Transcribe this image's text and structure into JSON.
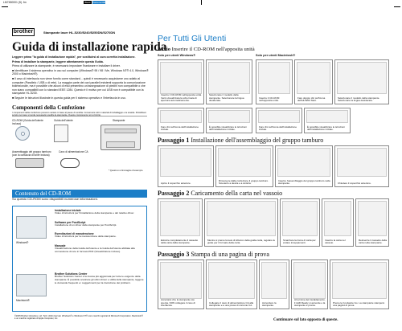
{
  "header": {
    "doc_code": "LM7450001 (5) .fm",
    "black_label": "Black",
    "pantone_label": "Pantone300"
  },
  "brand": {
    "logo": "brother",
    "model_line": "Stampante laser HL-5230/5240/5250DN/5270DN"
  },
  "title": "Guida di installazione rapida",
  "intro": {
    "bold1": "Leggere prima \"la guida di installazione rapida\", per sostituirsi al cura corretta installazione.",
    "bold2": "Prima di installare la stampante, leggere attentamente questa Guida.",
    "p1": "Prima di utilizzare la stampante, è necessario impostare l'hardware e installare il driver.",
    "p2": "■ Identificare il sistema operativo in uso sul computer (Windows® 95 / 98 / Me, Windows NT® 4.0, Windows® 2000 o Macintosh®).",
    "p3": "■ Il cavo di interfaccia non viene fornito come standard... quindi è necessario acquistarne uno adatto al computer (Parallelo / USB o di rete). La maggior parte dei cavi paralleli esistenti supporta la comunicazione bidirezionale, ma è possibile che alcuni di essi presentino un'assegnazione di piedini non compatibile o che non siano compatibili con lo standard IEEE 1284. Questo è il motivo per cui USB non è compatibile con la stampante HL-5230.",
    "p4": "■ Seguire le istruzioni illustrate in questa guida per il sistema operativo e l'interfaccia in uso."
  },
  "components": {
    "heading": "Componenti della Confezione",
    "note": "I componenti della confezione possono variare in base al paese di vendita. Conservare tutti i materiali di imballaggio e la scatola. Potrebbero servire nel caso si renda necessario spedire la stampante. Questo componente non è fornito.",
    "items": [
      "CD-ROM (Guida dell'utente inclusa)",
      "Guida dell'utente",
      "Stampante",
      "Assemblaggio del gruppo tamburo (con la cartuccia di toner inclusa)",
      "Cavo di alimentazione CA"
    ],
    "caption": "* Questo è un'immagine di esempio."
  },
  "cdrom": {
    "bar": "Contenuto del CD-ROM",
    "subtitle": "Su questo CD-ROM sono disponibili numerose informazioni.",
    "windows_label": "Windows®",
    "macintosh_label": "Macintosh®",
    "items": [
      {
        "title": "Installazione iniziale",
        "desc": "Video di istruzioni per l'installazione della stampante e del relativo driver."
      },
      {
        "title": "Software per PostScript",
        "desc": "Installazione di un driver della stampante per PostScript."
      },
      {
        "title": "Esercitazioni di manutenzione",
        "desc": "Video di istruzioni per la manutenzione della stampante."
      },
      {
        "title": "Manuale",
        "desc": "Visualizzazione della Guida dell'utente e la Guida dell'utente abilitata alla connessione di rete in formato PDF (Visualizzatore incluso)."
      },
      {
        "title": "Brother Solutions Center",
        "desc": "Brother Solutions Center è la risorsa più aggiornata per tutte le esigenze della stampante. È possibile scaricare gli ultimi driver e utilità della stampante, leggere le domande frequenti e i suggerimenti per la risoluzione dei problemi."
      }
    ],
    "footer": "©2005 Brother Industries, Ltd. Tutti i diritti riservati. Windows® e Windows NT® sono marchi registrati di Microsoft Corporation. Macintosh® è un marchio registrato di Apple Computer, Inc."
  },
  "right": {
    "title": "Per Tutti Gli Utenti",
    "avvio_prefix": "Avvio",
    "avvio_text": "Inserire il CD-ROM nell'apposita unità",
    "win_head": "Solo per utenti Windows®",
    "mac_head": "Solo per utenti Macintosh®",
    "steps_top": [
      "Inserire il CD-ROM nell'apposita unità. Verrà visualizzata la schermata di apertura automaticamente.",
      "Selezionare il modello della stampante. Selezionare la lingua desiderata.",
      "Inserire il CD-ROM nell'apposita unità.",
      "Fare doppio clic sull'icona dell'HL5200 Start.",
      "Selezionare il modello della stampante. Selezionare la lingua desiderata."
    ],
    "steps_mid": [
      "Fare clic sull'icona dell'installazione iniziale.",
      "È possibile visualizzare le istruzioni dell'installazione iniziale.",
      "Fare clic sull'icona dell'installazione iniziale.",
      "È possibile visualizzare le istruzioni dell'installazione iniziale."
    ],
    "pass1": {
      "prefix": "Passaggio 1",
      "text": "Installazione dell'assemblaggio del gruppo tamburo"
    },
    "pass1_steps": [
      "Aprire il coperchio anteriore.",
      "Rimuovere dalla confezione il gruppo tamburo. Scuoterlo a destra e a sinistra.",
      "Inserire l'assemblaggio del gruppo tamburo nella stampante.",
      "Chiudere il coperchio anteriore."
    ],
    "pass2": {
      "prefix": "Passaggio 2",
      "text": "Caricamento della carta nel vassoio"
    },
    "pass2_steps": [
      "Estrarre completamente il cassetto della carta dalla stampante.",
      "Mentre si preme la leva di sblocco della guida carta, regolare le guide per il formato della carta.",
      "Smazzare la risma di carta per evitare inceppamenti.",
      "Inserire la carta nel vassoio.",
      "Reinserire il cassetto della carta nella stampante."
    ],
    "pass3": {
      "prefix": "Passaggio 3",
      "text": "Stampa di una pagina di prova"
    },
    "pass3_steps": [
      "Accertarsi che la stampante sia spenta. NON collegare il cavo di interfaccia.",
      "Collegare il cavo di alimentazione CA alla stampante e a una presa di corrente CA.",
      "Accendere la stampante.",
      "Al termine del riscaldamento, il LED Ready si accende e la stampante è pronta.",
      "Premere il pulsante Go. La stampante stamperà una pagina di prova."
    ],
    "continue": "Continuare sul lato opposto di queste."
  },
  "colors": {
    "accent": "#1c7ec7",
    "text": "#111111"
  }
}
